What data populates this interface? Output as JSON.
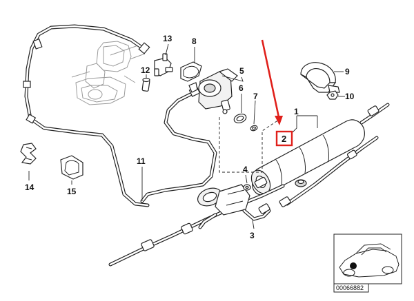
{
  "diagram": {
    "callouts": [
      {
        "id": "c1",
        "label": "1"
      },
      {
        "id": "c2",
        "label": "2"
      },
      {
        "id": "c3",
        "label": "3"
      },
      {
        "id": "c4",
        "label": "4"
      },
      {
        "id": "c5",
        "label": "5"
      },
      {
        "id": "c6",
        "label": "6"
      },
      {
        "id": "c7",
        "label": "7"
      },
      {
        "id": "c8",
        "label": "8"
      },
      {
        "id": "c9",
        "label": "9"
      },
      {
        "id": "c10",
        "label": "10"
      },
      {
        "id": "c11",
        "label": "11"
      },
      {
        "id": "c12",
        "label": "12"
      },
      {
        "id": "c13",
        "label": "13"
      },
      {
        "id": "c14",
        "label": "14"
      },
      {
        "id": "c15",
        "label": "15"
      }
    ],
    "highlighted_callout": "2",
    "highlight_color": "#e0201b",
    "arrow_color": "#e0201b",
    "reference_number": "00066882",
    "line_color": "#222222"
  }
}
